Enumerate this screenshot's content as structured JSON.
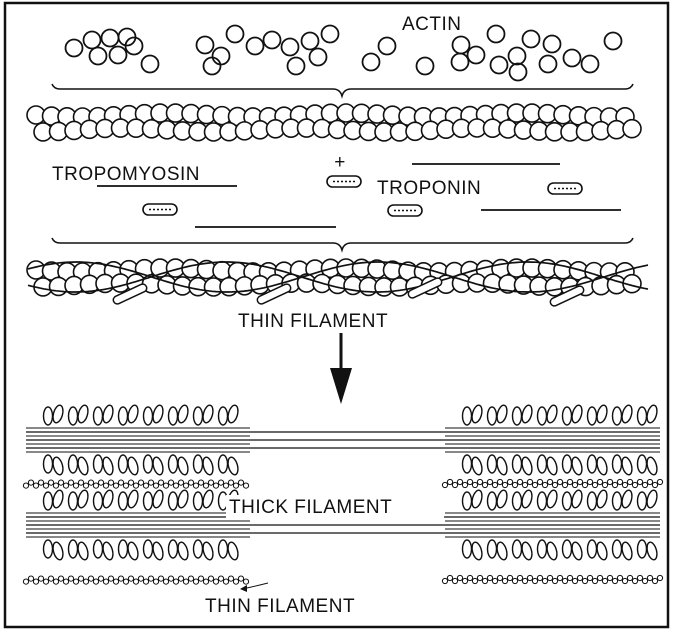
{
  "labels": {
    "actin": "ACTIN",
    "tropomyosin": "TROPOMYOSIN",
    "plus": "+",
    "troponin": "TROPONIN",
    "thin_filament_top": "THIN FILAMENT",
    "thick_filament": "THICK FILAMENT",
    "thin_filament_bottom": "THIN FILAMENT"
  },
  "colors": {
    "ink": "#111111",
    "paper": "#ffffff"
  }
}
